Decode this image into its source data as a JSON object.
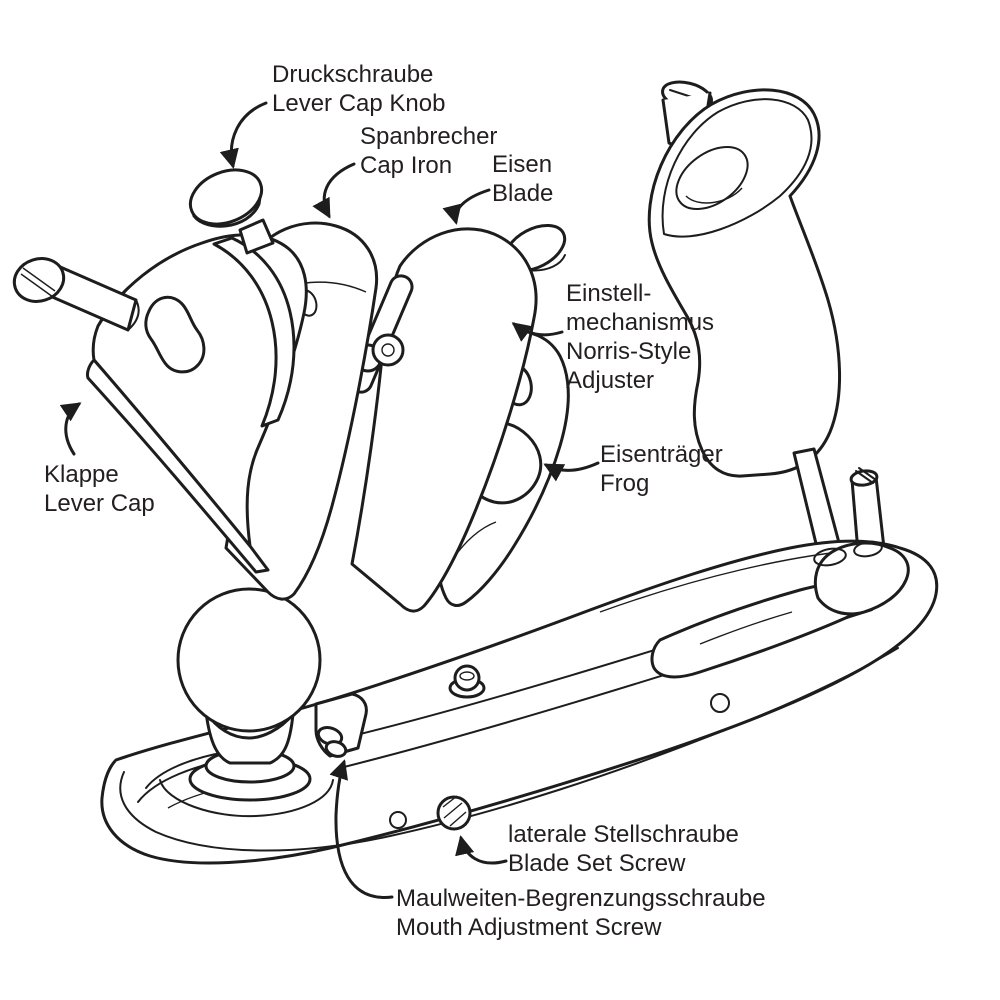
{
  "figure": {
    "subject": "Exploded-view diagram of a bench hand plane with German and English part names",
    "colors": {
      "background": "#ffffff",
      "ink": "#1d1d1d",
      "text": "#231f20"
    }
  },
  "labels": {
    "druckschraube": {
      "de": "Druckschraube",
      "en": "Lever Cap Knob"
    },
    "spanbrecher": {
      "de": "Spanbrecher",
      "en": "Cap Iron"
    },
    "eisen": {
      "de": "Eisen",
      "en": "Blade"
    },
    "einstell": {
      "lines": [
        "Einstell-",
        "mechanismus",
        "Norris-Style",
        "Adjuster"
      ]
    },
    "eisentraeger": {
      "de": "Eisenträger",
      "en": "Frog"
    },
    "klappe": {
      "de": "Klappe",
      "en": "Lever Cap"
    },
    "laterale": {
      "de": "laterale Stellschraube",
      "en": "Blade Set Screw"
    },
    "maulweiten": {
      "de": "Maulweiten-Begrenzungsschraube",
      "en": "Mouth Adjustment Screw"
    }
  }
}
